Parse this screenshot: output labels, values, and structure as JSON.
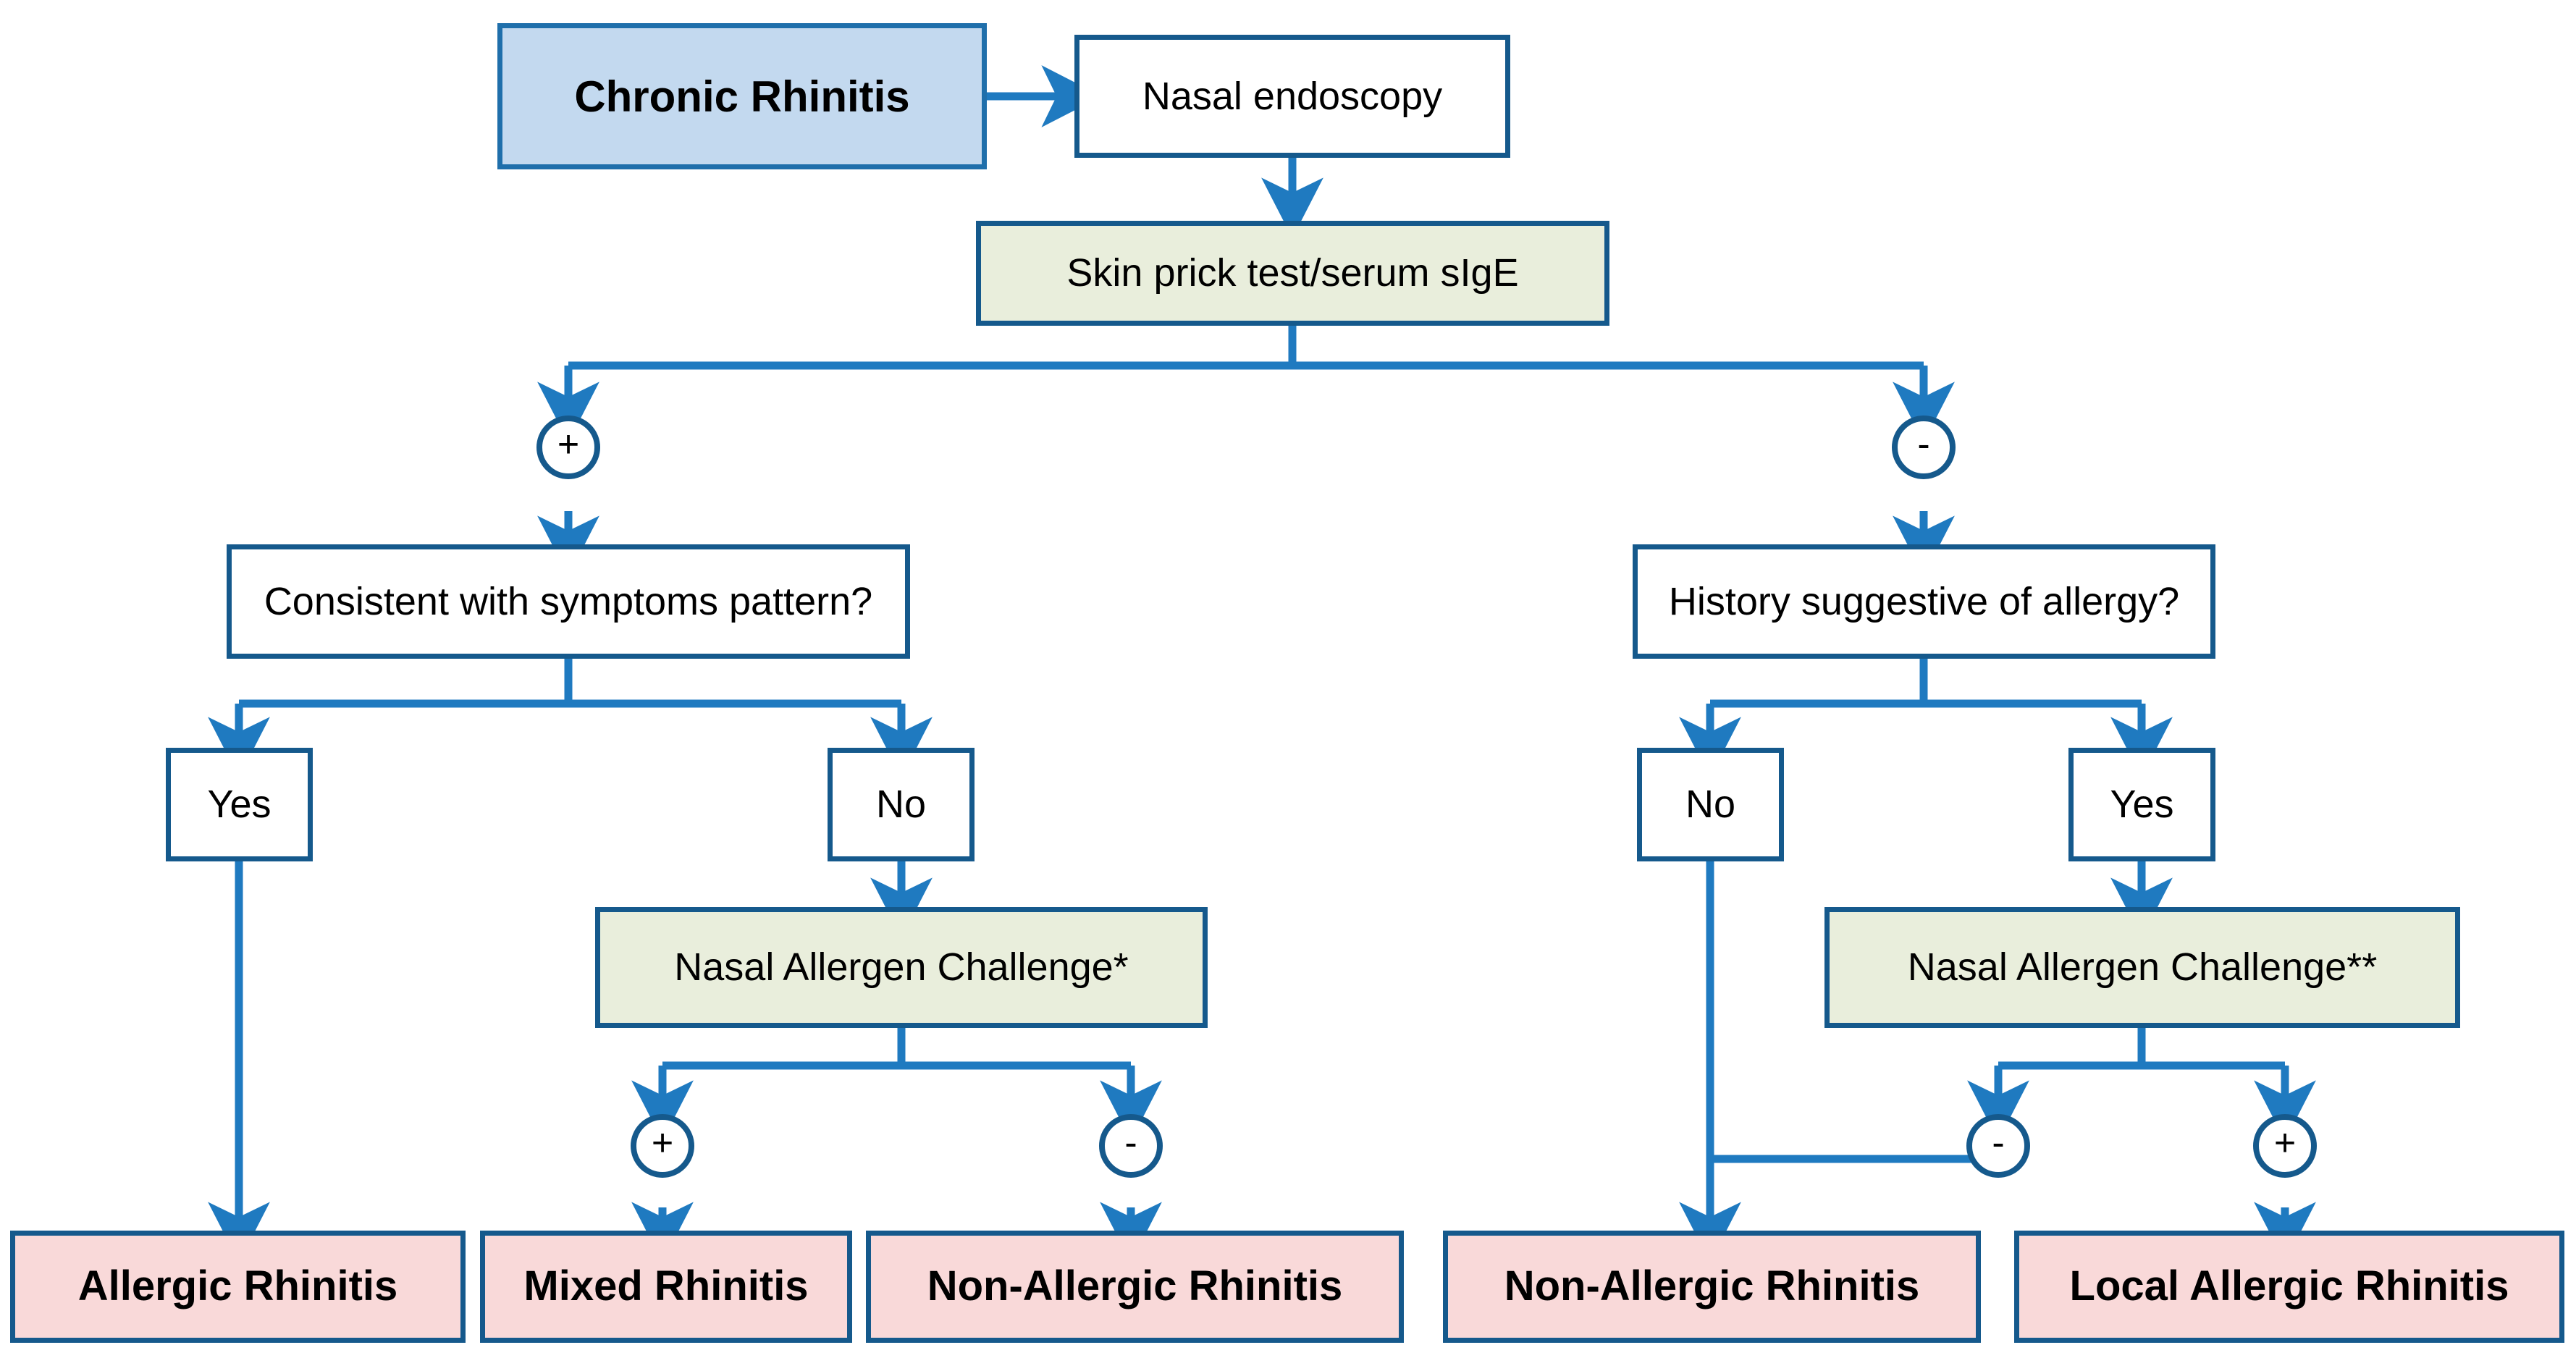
{
  "diagram": {
    "title": "Chronic Rhinitis diagnostic algorithm",
    "colors": {
      "start_fill": "#c3d9ef",
      "start_border": "#1f6fab",
      "plain_fill": "#ffffff",
      "test_fill": "#e9eedc",
      "result_fill": "#f9d9d9",
      "border": "#15598c",
      "connector": "#1f7ac0"
    },
    "nodes": [
      {
        "id": "chronic_rhinitis",
        "label": "Chronic Rhinitis",
        "type": "start"
      },
      {
        "id": "nasal_endoscopy",
        "label": "Nasal endoscopy",
        "type": "plain"
      },
      {
        "id": "skin_prick",
        "label": "Skin prick test/serum sIgE",
        "type": "test"
      },
      {
        "id": "consistent_symptoms",
        "label": "Consistent with symptoms pattern?",
        "type": "plain"
      },
      {
        "id": "history_allergy",
        "label": "History suggestive of allergy?",
        "type": "plain"
      },
      {
        "id": "left_yes",
        "label": "Yes",
        "type": "plain"
      },
      {
        "id": "left_no",
        "label": "No",
        "type": "plain"
      },
      {
        "id": "right_no",
        "label": "No",
        "type": "plain"
      },
      {
        "id": "right_yes",
        "label": "Yes",
        "type": "plain"
      },
      {
        "id": "nac_left",
        "label": "Nasal Allergen Challenge*",
        "type": "test"
      },
      {
        "id": "nac_right",
        "label": "Nasal Allergen Challenge**",
        "type": "test"
      },
      {
        "id": "allergic_rhinitis",
        "label": "Allergic Rhinitis",
        "type": "result"
      },
      {
        "id": "mixed_rhinitis",
        "label": "Mixed Rhinitis",
        "type": "result"
      },
      {
        "id": "nonallergic_left",
        "label": "Non-Allergic Rhinitis",
        "type": "result"
      },
      {
        "id": "nonallergic_right",
        "label": "Non-Allergic Rhinitis",
        "type": "result"
      },
      {
        "id": "local_allergic",
        "label": "Local Allergic Rhinitis",
        "type": "result"
      }
    ],
    "signs": [
      {
        "id": "sign_spt_pos",
        "label": "+",
        "after": "skin_prick",
        "branch": "left"
      },
      {
        "id": "sign_spt_neg",
        "label": "-",
        "after": "skin_prick",
        "branch": "right"
      },
      {
        "id": "sign_nacl_pos",
        "label": "+",
        "after": "nac_left",
        "branch": "left"
      },
      {
        "id": "sign_nacl_neg",
        "label": "-",
        "after": "nac_left",
        "branch": "right"
      },
      {
        "id": "sign_nacr_neg",
        "label": "-",
        "after": "nac_right",
        "branch": "left"
      },
      {
        "id": "sign_nacr_pos",
        "label": "+",
        "after": "nac_right",
        "branch": "right"
      }
    ],
    "edges": [
      {
        "from": "chronic_rhinitis",
        "to": "nasal_endoscopy",
        "label": ""
      },
      {
        "from": "nasal_endoscopy",
        "to": "skin_prick",
        "label": ""
      },
      {
        "from": "skin_prick",
        "to": "sign_spt_pos",
        "label": "+"
      },
      {
        "from": "skin_prick",
        "to": "sign_spt_neg",
        "label": "-"
      },
      {
        "from": "sign_spt_pos",
        "to": "consistent_symptoms",
        "label": ""
      },
      {
        "from": "sign_spt_neg",
        "to": "history_allergy",
        "label": ""
      },
      {
        "from": "consistent_symptoms",
        "to": "left_yes",
        "label": "Yes"
      },
      {
        "from": "consistent_symptoms",
        "to": "left_no",
        "label": "No"
      },
      {
        "from": "history_allergy",
        "to": "right_no",
        "label": "No"
      },
      {
        "from": "history_allergy",
        "to": "right_yes",
        "label": "Yes"
      },
      {
        "from": "left_yes",
        "to": "allergic_rhinitis",
        "label": ""
      },
      {
        "from": "left_no",
        "to": "nac_left",
        "label": ""
      },
      {
        "from": "nac_left",
        "to": "sign_nacl_pos",
        "label": "+"
      },
      {
        "from": "nac_left",
        "to": "sign_nacl_neg",
        "label": "-"
      },
      {
        "from": "sign_nacl_pos",
        "to": "mixed_rhinitis",
        "label": ""
      },
      {
        "from": "sign_nacl_neg",
        "to": "nonallergic_left",
        "label": ""
      },
      {
        "from": "right_no",
        "to": "nonallergic_right",
        "label": ""
      },
      {
        "from": "right_yes",
        "to": "nac_right",
        "label": ""
      },
      {
        "from": "nac_right",
        "to": "sign_nacr_neg",
        "label": "-"
      },
      {
        "from": "nac_right",
        "to": "sign_nacr_pos",
        "label": "+"
      },
      {
        "from": "sign_nacr_neg",
        "to": "nonallergic_right",
        "label": ""
      },
      {
        "from": "sign_nacr_pos",
        "to": "local_allergic",
        "label": ""
      }
    ]
  }
}
